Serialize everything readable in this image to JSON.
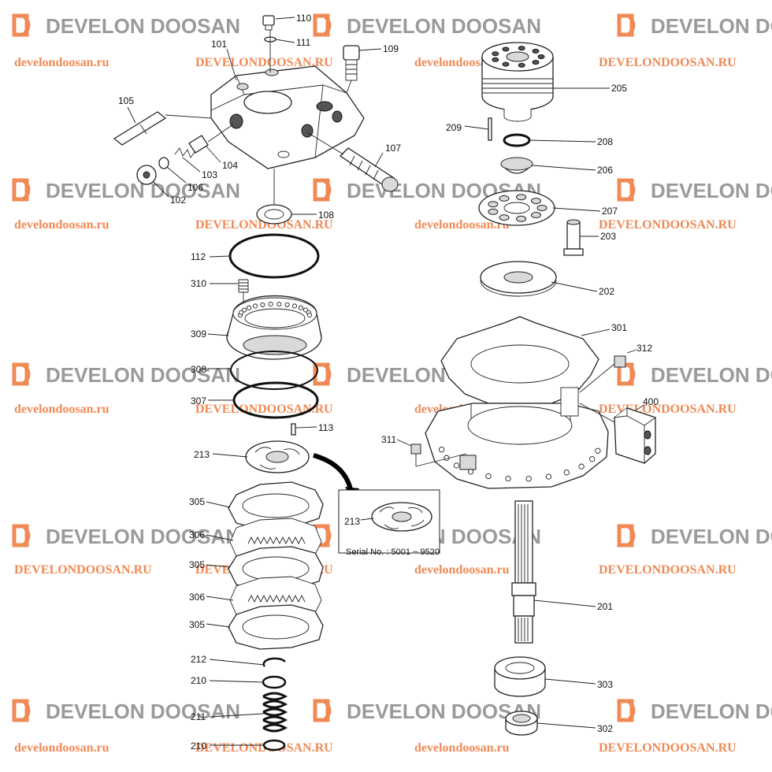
{
  "watermark": {
    "brand": "DEVELON DOOSAN",
    "url_lower": "develondoosan.ru",
    "url_upper": "DEVELONDOOSAN.RU",
    "accent_color": "#f08a55",
    "brand_color": "#9a9a9a"
  },
  "inset": {
    "part": "213",
    "serial_note": "Serial No. : 5001 ~ 9520"
  },
  "parts": [
    {
      "id": "110",
      "label": "110"
    },
    {
      "id": "111",
      "label": "111"
    },
    {
      "id": "109",
      "label": "109"
    },
    {
      "id": "101",
      "label": "101"
    },
    {
      "id": "105",
      "label": "105"
    },
    {
      "id": "104",
      "label": "104"
    },
    {
      "id": "103",
      "label": "103"
    },
    {
      "id": "106",
      "label": "106"
    },
    {
      "id": "102",
      "label": "102"
    },
    {
      "id": "107",
      "label": "107"
    },
    {
      "id": "108",
      "label": "108"
    },
    {
      "id": "112",
      "label": "112"
    },
    {
      "id": "310",
      "label": "310"
    },
    {
      "id": "309",
      "label": "309"
    },
    {
      "id": "308",
      "label": "308"
    },
    {
      "id": "307",
      "label": "307"
    },
    {
      "id": "113",
      "label": "113"
    },
    {
      "id": "213",
      "label": "213"
    },
    {
      "id": "305a",
      "label": "305"
    },
    {
      "id": "306a",
      "label": "306"
    },
    {
      "id": "305b",
      "label": "305"
    },
    {
      "id": "306b",
      "label": "306"
    },
    {
      "id": "305c",
      "label": "305"
    },
    {
      "id": "212",
      "label": "212"
    },
    {
      "id": "210a",
      "label": "210"
    },
    {
      "id": "211",
      "label": "211"
    },
    {
      "id": "210b",
      "label": "210"
    },
    {
      "id": "205",
      "label": "205"
    },
    {
      "id": "209",
      "label": "209"
    },
    {
      "id": "208",
      "label": "208"
    },
    {
      "id": "206",
      "label": "206"
    },
    {
      "id": "207",
      "label": "207"
    },
    {
      "id": "203",
      "label": "203"
    },
    {
      "id": "202",
      "label": "202"
    },
    {
      "id": "301",
      "label": "301"
    },
    {
      "id": "312",
      "label": "312"
    },
    {
      "id": "400",
      "label": "400"
    },
    {
      "id": "311",
      "label": "311"
    },
    {
      "id": "201",
      "label": "201"
    },
    {
      "id": "303",
      "label": "303"
    },
    {
      "id": "302",
      "label": "302"
    }
  ]
}
